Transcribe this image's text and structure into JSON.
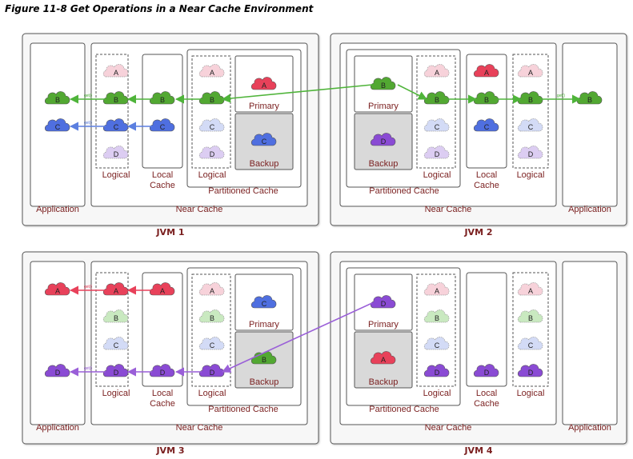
{
  "figure": {
    "title": "Figure 11-8 Get Operations in a Near Cache Environment"
  },
  "labels": {
    "application": "Application",
    "near_cache": "Near Cache",
    "partitioned_cache": "Partitioned Cache",
    "logical": "Logical",
    "local_cache_line1": "Local",
    "local_cache_line2": "Cache",
    "primary": "Primary",
    "backup": "Backup",
    "get": "get()"
  },
  "colors": {
    "A": "#e8415a",
    "B": "#52a832",
    "C": "#4f6fe0",
    "D": "#8a4bd4",
    "A_light": "#f7d2da",
    "B_light": "#c9e9c0",
    "C_light": "#d3dbf6",
    "D_light": "#dccdf2",
    "text": "#7a1f1f",
    "arrow_green": "#4fb43a",
    "arrow_blue": "#5b7fe0",
    "arrow_red": "#e8415a",
    "arrow_purple": "#9a5fd8"
  },
  "jvms": [
    {
      "name": "JVM 1",
      "side": "left",
      "primary": "A",
      "backup": "C",
      "local": [
        "B",
        "C"
      ],
      "app": [
        "B",
        "C"
      ],
      "partition_highlight": "B",
      "flow_color": "green",
      "flow2_color": "blue",
      "flow_key": "B",
      "flow2_key": "C"
    },
    {
      "name": "JVM 2",
      "side": "right",
      "primary": "B",
      "backup": "D",
      "local": [
        "A",
        "B",
        "C"
      ],
      "app": [
        "B"
      ],
      "partition_highlight": "B",
      "flow_color": "green",
      "flow_key": "B"
    },
    {
      "name": "JVM 3",
      "side": "left",
      "primary": "C",
      "backup": "B",
      "local": [
        "A",
        "D"
      ],
      "app": [
        "A",
        "D"
      ],
      "partition_highlight": "D",
      "flow_color": "red",
      "flow2_color": "purple",
      "flow_key": "A",
      "flow2_key": "D"
    },
    {
      "name": "JVM 4",
      "side": "right",
      "primary": "D",
      "backup": "A",
      "local": [
        "D"
      ],
      "app": [],
      "partition_highlight": "D",
      "flow_color": "purple",
      "flow_key": "D"
    }
  ]
}
